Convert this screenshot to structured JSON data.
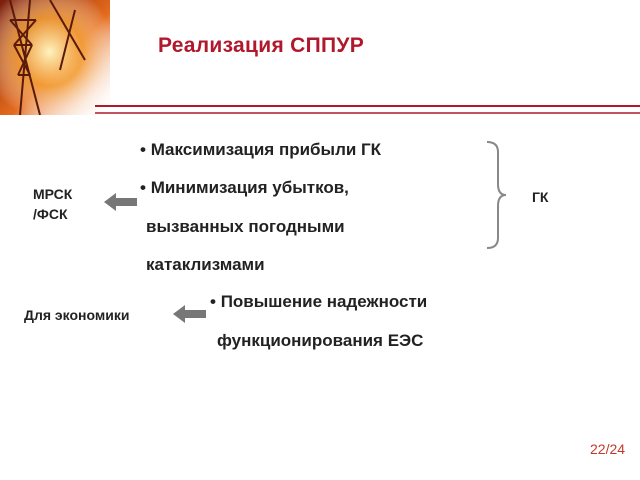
{
  "slide": {
    "title": "Реализация СППУР",
    "bullets_top": [
      "Максимизация прибыли ГК",
      "Минимизация убытков,",
      "вызванных погодными",
      "катаклизмами"
    ],
    "bullets_bottom": [
      "Повышение надежности",
      "функционирования ЕЭС"
    ],
    "left_label_1a": "МРСК",
    "left_label_1b": "/ФСК",
    "left_label_2": "Для экономики",
    "right_label": "ГК",
    "bullet_char": "•",
    "page_number": "22/24"
  },
  "colors": {
    "title": "#b2182b",
    "rule": "#b2182b",
    "arrow": "#777777",
    "brace": "#888888",
    "page_number": "#c0392b"
  }
}
